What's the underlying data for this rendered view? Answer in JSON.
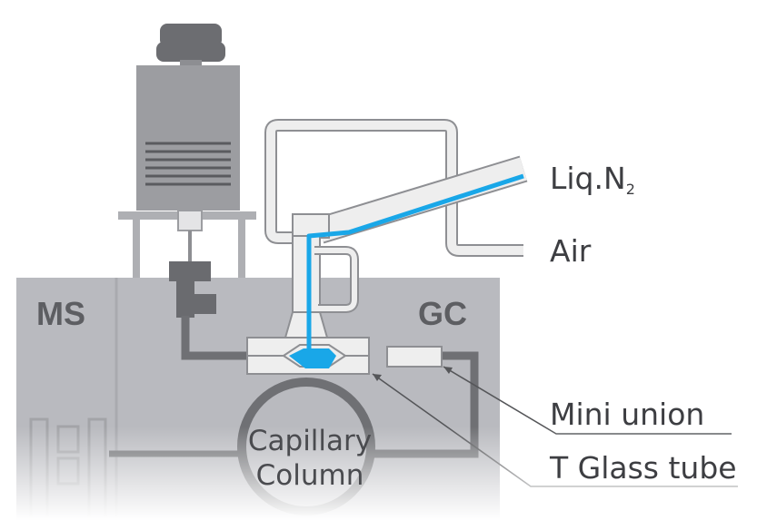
{
  "box_labels": {
    "left": "MS",
    "right": "GC"
  },
  "coolant": {
    "liquid_prefix": "Liq.N",
    "liquid_subscript": "2",
    "gas": "Air"
  },
  "column": {
    "line1": "Capillary",
    "line2": "Column"
  },
  "callouts": {
    "mini_union": "Mini union",
    "t_glass_tube": "T Glass tube"
  },
  "colors": {
    "housing": "#b9babf",
    "housing_divider": "#a9aaaf",
    "motor": "#9c9da1",
    "knob": "#6c6d71",
    "tube_fill": "#eeeeee",
    "tube_outline": "#8e8f93",
    "pipe": "#6f7074",
    "coolant_flow": "#19a7e8",
    "callout_line": "#555659"
  },
  "icons": {
    "valve": "solenoid-valve-icon",
    "connector": "valve-connector-icon"
  }
}
